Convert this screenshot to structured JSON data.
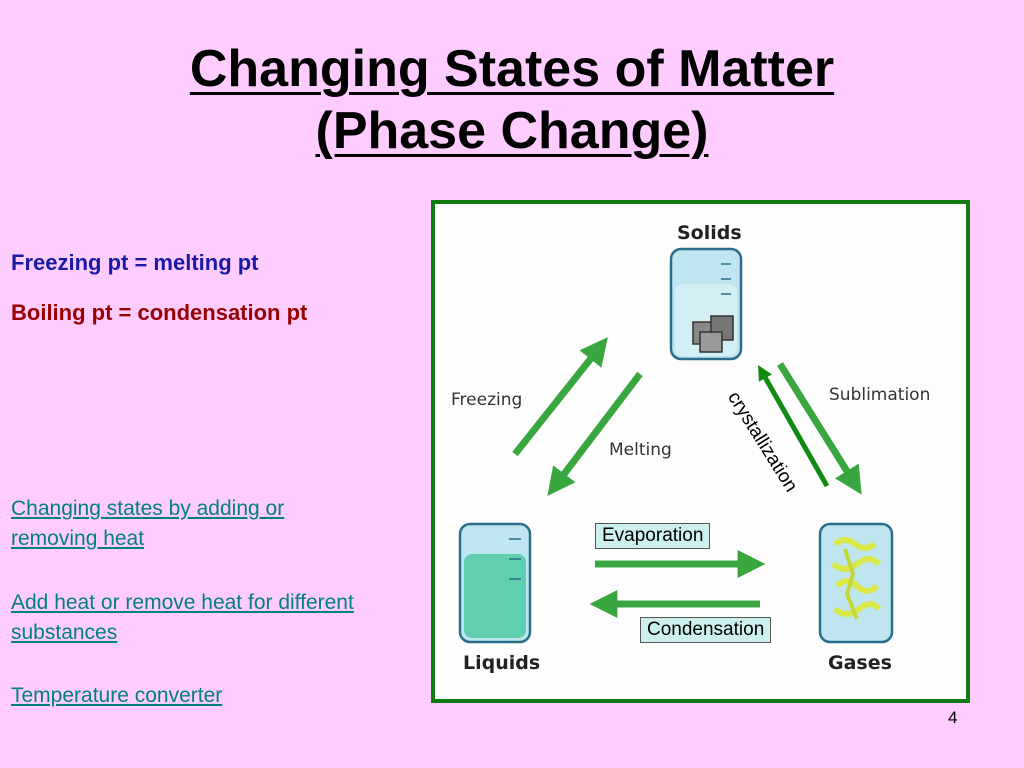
{
  "title": {
    "line1": "Changing States of Matter",
    "line2": "(Phase Change)"
  },
  "notes": {
    "freezing": "Freezing pt = melting pt",
    "boiling": "Boiling pt = condensation pt"
  },
  "links": [
    "Changing states by adding or removing heat",
    "Add heat or remove heat for different substances",
    "Temperature converter"
  ],
  "page_number": "4",
  "diagram": {
    "states": {
      "solids": "Solids",
      "liquids": "Liquids",
      "gases": "Gases"
    },
    "processes": {
      "freezing": "Freezing",
      "melting": "Melting",
      "sublimation": "Sublimation",
      "crystallization": "crystallization",
      "evaporation": "Evaporation",
      "condensation": "Condensation"
    },
    "colors": {
      "arrow": "#3aa640",
      "arrow_dark": "#118a11",
      "border": "#117a11",
      "water": "#5fcfb0",
      "beaker": "#bfe6f0"
    }
  }
}
